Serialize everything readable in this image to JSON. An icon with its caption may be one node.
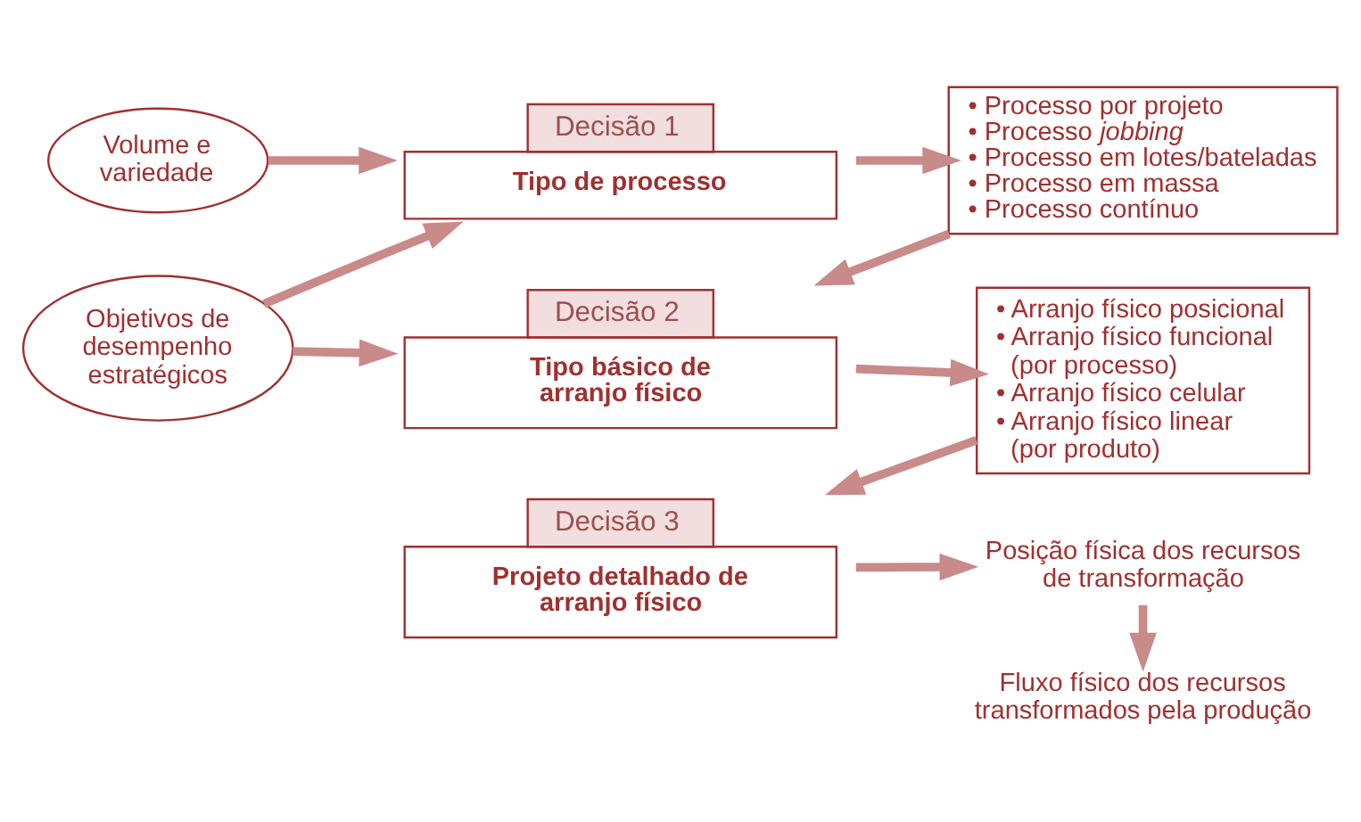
{
  "diagram": {
    "nodes": [
      {
        "text": [
          "Volume e variedade"
        ]
      },
      {
        "text": [
          "Objetivos de desempenho estratégicos"
        ]
      },
      {
        "text": [
          "Decisão 1",
          "Tipo de processo"
        ]
      },
      {
        "text": [
          "• Processo por projeto",
          "• Processo *jobbing*",
          "• Processo em lotes/bateladas",
          "• Processo em massa",
          "• Processo contínuo"
        ]
      },
      {
        "text": [
          "Decisão 2",
          "Tipo básico de arranjo físico"
        ]
      },
      {
        "text": [
          "• Arranjo físico posicional",
          "• Arranjo físico funcional (por processo)",
          "• Arranjo físico celular",
          "• Arranjo físico linear (por produto)"
        ]
      },
      {
        "text": [
          "Decisão 3",
          "Projeto detalhado de arranjo físico"
        ]
      },
      {
        "text": [
          "Posição física dos recursos de transformação"
        ]
      },
      {
        "text": [
          "Fluxo físico dos recursos transformados pela produção"
        ]
      }
    ],
    "edges": [
      {
        "from": 0,
        "to": 2,
        "arrow": "to"
      },
      {
        "from": 1,
        "to": 2,
        "arrow": "to"
      },
      {
        "from": 1,
        "to": 4,
        "arrow": "to"
      },
      {
        "from": 2,
        "to": 3,
        "arrow": "to"
      },
      {
        "from": 3,
        "to": 4,
        "arrow": "to"
      },
      {
        "from": 4,
        "to": 5,
        "arrow": "to"
      },
      {
        "from": 5,
        "to": 6,
        "arrow": "to"
      },
      {
        "from": 6,
        "to": 7,
        "arrow": "to"
      },
      {
        "from": 7,
        "to": 8,
        "arrow": "to"
      }
    ]
  }
}
